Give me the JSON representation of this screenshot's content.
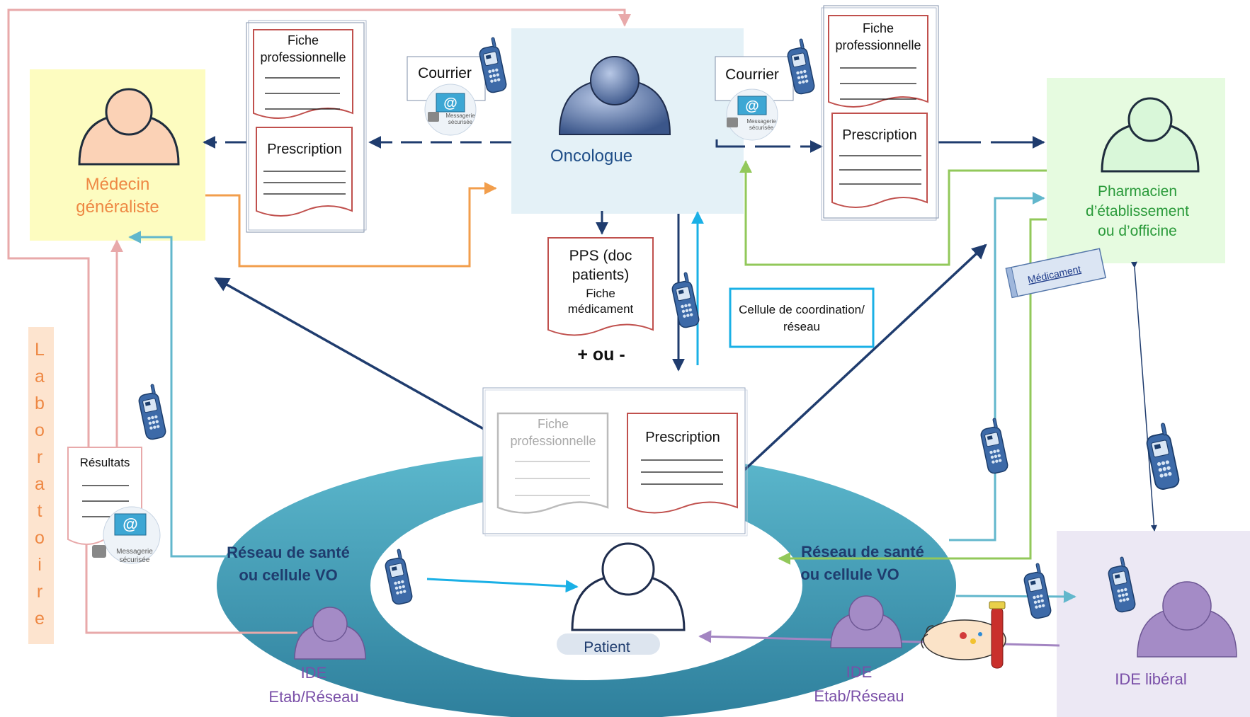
{
  "actors": {
    "medecin": {
      "line1": "Médecin",
      "line2": "généraliste"
    },
    "oncologue": {
      "label": "Oncologue"
    },
    "pharmacien": {
      "line1": "Pharmacien",
      "line2": "d’établissement",
      "line3": "ou d’officine"
    },
    "ide_etab_left": {
      "line1": "IDE",
      "line2": "Etab/Réseau"
    },
    "ide_etab_right": {
      "line1": "IDE",
      "line2": "Etab/Réseau"
    },
    "ide_liberal": {
      "label": "IDE libéral"
    },
    "patient": {
      "label": "Patient"
    }
  },
  "documents": {
    "fiche_professionnelle": {
      "line1": "Fiche",
      "line2": "professionnelle"
    },
    "prescription": "Prescription",
    "courrier": "Courrier",
    "messagerie": {
      "line1": "Messagerie",
      "line2": "sécurisée"
    },
    "pps": {
      "line1": "PPS (doc",
      "line2": "patients)",
      "line3": "Fiche",
      "line4": "médicament"
    },
    "plus_minus": "+ ou -",
    "resultats": "Résultats",
    "medicament": "Médicament"
  },
  "network": {
    "line1": "Réseau de santé",
    "line2": "ou cellule VO"
  },
  "cellule": {
    "line1": "Cellule de coordination/",
    "line2": "réseau"
  },
  "laboratoire": [
    "L",
    "a",
    "b",
    "o",
    "r",
    "a",
    "t",
    "o",
    "i",
    "r",
    "e"
  ],
  "colors": {
    "navy": "#1f3c6e",
    "orange": "#f29e4c",
    "green": "#92c85a",
    "teal": "#62b7cc",
    "pink": "#e8a9aa",
    "purple": "#a385c2",
    "cyan": "#1ab0e6",
    "ring": "#3d97b3"
  }
}
